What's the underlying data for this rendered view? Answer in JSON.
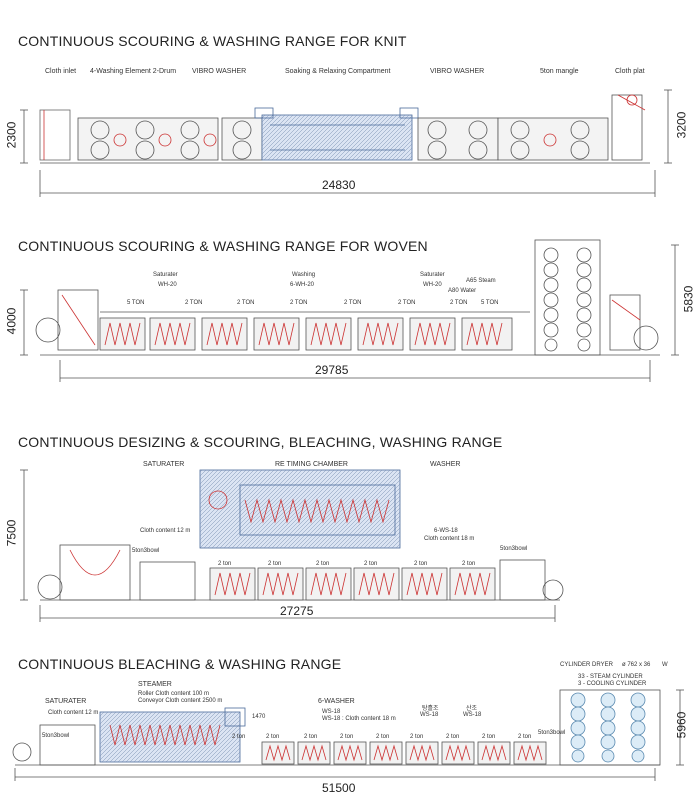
{
  "sections": [
    {
      "title": "CONTINUOUS SCOURING &  WASHING RANGE FOR KNIT",
      "labels": {
        "cloth_inlet": "Cloth inlet",
        "washing_element": "4-Washing Element 2-Drum",
        "vibro_washer_1": "VIBRO WASHER",
        "soaking": "Soaking & Relaxing Compartment",
        "vibro_washer_2": "VIBRO WASHER",
        "mangle": "5ton mangle",
        "cloth_plat": "Cloth plat"
      },
      "dims": {
        "height_left": "2300",
        "height_right": "3200",
        "length": "24830"
      }
    },
    {
      "title": "CONTINUOUS SCOURING &  WASHING RANGE FOR WOVEN",
      "labels": {
        "saturater_1": "Saturater",
        "wh20_1": "WH-20",
        "washing": "Washing",
        "wh20_6": "6-WH-20",
        "saturater_2": "Saturater",
        "wh20_2": "WH-20",
        "a65_steam": "A65 Steam",
        "a80_water": "A80 Water",
        "ton_5_a": "5 TON",
        "ton_2_a": "2 TON",
        "ton_2_b": "2 TON",
        "ton_2_c": "2 TON",
        "ton_2_d": "2 TON",
        "ton_2_e": "2 TON",
        "ton_2_f": "2 TON",
        "ton_5_b": "5 TON"
      },
      "dims": {
        "height_left": "4000",
        "height_right": "5830",
        "length": "29785"
      }
    },
    {
      "title": "CONTINUOUS DESIZING & SCOURING, BLEACHING, WASHING RANGE",
      "labels": {
        "saturater": "SATURATER",
        "retiming": "RE TIMING CHAMBER",
        "washer": "WASHER",
        "cloth_content_12": "Cloth content 12 m",
        "ton_steam_bowl_1": "5ton3bowl",
        "ws18": "6-WS-18",
        "cloth_content_18": "Cloth content 18 m",
        "ton_steam_bowl_2": "5ton3bowl",
        "ton_2_a": "2 ton",
        "ton_2_b": "2 ton",
        "ton_2_c": "2 ton",
        "ton_2_d": "2 ton",
        "ton_2_e": "2 ton",
        "ton_2_f": "2 ton"
      },
      "dims": {
        "height_left": "7500",
        "length": "27275"
      }
    },
    {
      "title": "CONTINUOUS BLEACHING & WASHING RANGE",
      "labels": {
        "saturater": "SATURATER",
        "cloth_content_12": "Cloth content 12 m",
        "steamer": "STEAMER",
        "roller_content": "Roller Cloth content 100 m",
        "conveyor_content": "Conveyor Cloth content 2500 m",
        "ton_bowl_1": "5ton3bowl",
        "washer6": "6-WASHER",
        "ws18": "WS-18",
        "ws18_content": "WS-18 : Cloth content 18 m",
        "scour_1": "탕흘조",
        "ws18_b": "WS-18",
        "scour_2": "산조",
        "ws18_c": "WS-18",
        "ton_bowl_2": "5ton3bowl",
        "cylinder_dryer": "CYLINDER DRYER",
        "cyl_spec": "ø 762 x 36",
        "cyl_note": "W",
        "steam_cyl": "33 - STEAM CYLINDER",
        "cool_cyl": "3 - COOLING CYLINDER",
        "dim_small": "1470",
        "ton_2_a": "2 ton",
        "ton_2_b": "2 ton",
        "ton_2_c": "2 ton",
        "ton_2_d": "2 ton",
        "ton_2_e": "2 ton",
        "ton_2_f": "2 ton",
        "ton_2_g": "2 ton",
        "ton_2_h": "2 ton",
        "ton_2_i": "2 ton"
      },
      "dims": {
        "height_right": "5960",
        "length": "51500"
      }
    }
  ]
}
